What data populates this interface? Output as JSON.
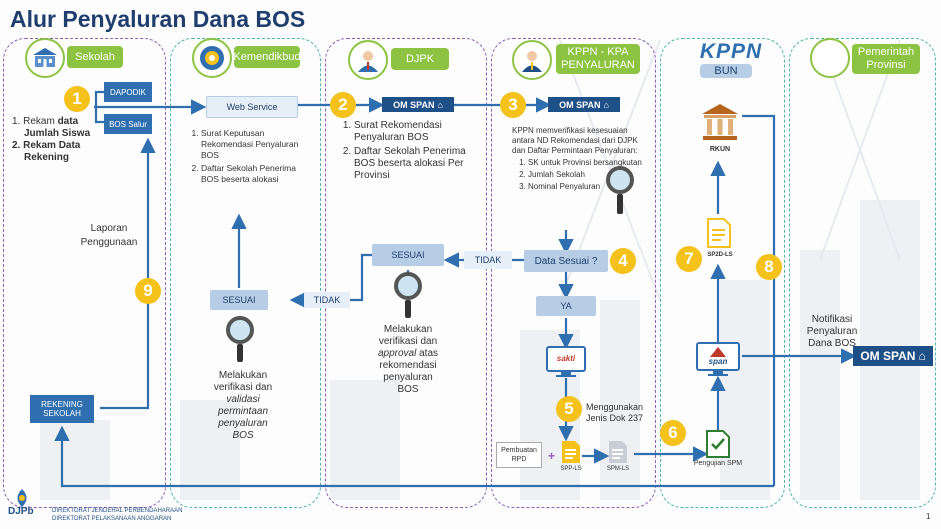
{
  "title": "Alur Penyaluran Dana BOS",
  "lanes": {
    "sekolah": "Sekolah",
    "kemendikbud": "Kemendikbud",
    "djpk": "DJPK",
    "kppn": "KPPN - KPA\nPENYALURAN",
    "bun": "BUN",
    "pemprov": "Pemerintah\nProvinsi"
  },
  "bun_logo": "KPPN",
  "sekolah": {
    "dapodik": "DAPODIK",
    "bos_salur": "BOS Salur",
    "rekam_1_prefix": "1. Rekam ",
    "rekam_1_bold": "data",
    "rekam_1_line2": "Jumlah Siswa",
    "rekam_2": "2. Rekam Data",
    "rekam_2_line2": "Rekening",
    "laporan": "Laporan\nPenggunaan",
    "rekening": "REKENING\nSEKOLAH"
  },
  "kemendikbud": {
    "web_service": "Web Service",
    "items": [
      "Surat Keputusan Rekomendasi Penyaluran BOS",
      "Daftar Sekolah Penerima BOS beserta alokasi"
    ],
    "sesuai": "SESUAI",
    "verif_1": "Melakukan",
    "verif_2": "verifikasi dan",
    "verif_3": "validasi",
    "verif_4": "permintaan",
    "verif_5": "penyaluran",
    "verif_6": "BOS"
  },
  "djpk": {
    "om_span": "OM SPAN",
    "items": [
      "Surat Rekomendasi Penyaluran BOS",
      "Daftar Sekolah Penerima BOS beserta alokasi Per Provinsi"
    ],
    "sesuai": "SESUAI",
    "tidak": "TIDAK",
    "verif_1": "Melakukan",
    "verif_2": "verifikasi dan",
    "verif_3": "approval",
    "verif_3b": " atas",
    "verif_4": "rekomendasi",
    "verif_5": "penyaluran",
    "verif_6": "BOS"
  },
  "kppn": {
    "om_span": "OM SPAN",
    "desc": "KPPN memverifikasi kesesuaian  antara ND Rekomendasi dari DJPK dan Daftar Permintaan Penyaluran:",
    "items": [
      "SK untuk Provinsi bersangkutan",
      "Jumlah Sekolah",
      "Nominal Penyaluran"
    ],
    "data_sesuai": "Data Sesuai ?",
    "tidak": "TIDAK",
    "ya": "YA",
    "sakti": "sakti",
    "menggunakan": "Menggunakan\nJenis Dok 237",
    "pembuatan": "Pembuatan\nRPD",
    "spp": "SPP-LS",
    "spm": "SPM-LS"
  },
  "bun": {
    "rkun": "RKUN",
    "sp2d": "SP2D-LS",
    "span": "span",
    "pengujian": "Pengujian SPM"
  },
  "pemprov": {
    "notif": "Notifikasi\nPenyaluran\nDana BOS",
    "om_span": "OM SPAN"
  },
  "steps": [
    "1",
    "2",
    "3",
    "4",
    "5",
    "6",
    "7",
    "8",
    "9"
  ],
  "footer": {
    "logo": "DJPb",
    "line1": "DIREKTORAT JENDERAL PERBENDAHARAAN",
    "line2": "DIREKTORAT PELAKSANAAN ANGGARAN",
    "page": "1"
  },
  "colors": {
    "accent": "#2f6fb0",
    "green": "#8cc342",
    "yellow": "#f4c21b",
    "navy": "#1e4f86",
    "purple": "#8e5fb5",
    "teal": "#4fb6a4"
  }
}
